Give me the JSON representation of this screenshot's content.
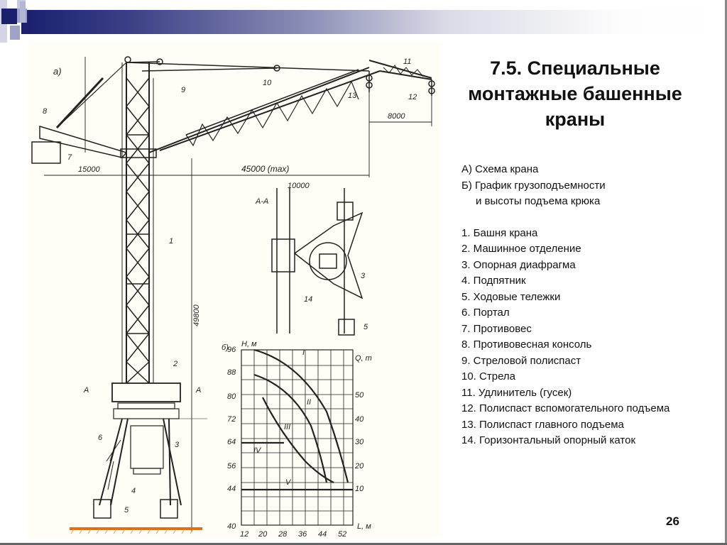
{
  "slide": {
    "title": "7.5. Специальные монтажные башенные краны",
    "title_lines": [
      "7.5. Специальные",
      "монтажные башенные",
      "краны"
    ],
    "page_number": "26"
  },
  "captions": {
    "a": "А) Схема крана",
    "b_line1": "Б) График грузоподъемности",
    "b_line2": "и высоты подъема крюка"
  },
  "legend": [
    "1. Башня крана",
    "2. Машинное отделение",
    "3. Опорная диафрагма",
    "4. Подпятник",
    "5. Ходовые тележки",
    "6. Портал",
    "7. Противовес",
    "8. Противовесная консоль",
    "9. Стреловой полиспаст",
    "10. Стрела",
    "11. Удлинитель (гусек)",
    "12. Полиспаст вспомогательного подъема",
    "13. Полиспаст главного подъема",
    "14. Горизонтальный опорный каток"
  ],
  "drawing": {
    "label_a": "а)",
    "label_b": "б)",
    "section_label": "А-А",
    "dim_15000": "15000",
    "dim_45000": "45000 (max)",
    "dim_8000": "8000",
    "dim_10000": "10000",
    "dim_49800": "49800",
    "section_mark": "А",
    "part_numbers": [
      "1",
      "2",
      "3",
      "4",
      "5",
      "6",
      "7",
      "8",
      "9",
      "10",
      "11",
      "12",
      "13",
      "14"
    ]
  },
  "chart_data": {
    "type": "line",
    "title": "График грузоподъемности и высоты подъема крюка",
    "xlabel": "L, м",
    "ylabel": "H, м",
    "y2label": "Q, т",
    "x_ticks": [
      12,
      20,
      28,
      36,
      44,
      52
    ],
    "y_ticks": [
      40,
      44,
      56,
      64,
      72,
      80,
      88,
      96
    ],
    "y2_ticks": [
      10,
      20,
      30,
      40,
      50
    ],
    "xlim": [
      12,
      58
    ],
    "ylim": [
      40,
      96
    ],
    "grid": true,
    "series": [
      {
        "name": "I",
        "x": [
          17,
          28,
          36,
          44,
          48,
          52
        ],
        "y": [
          96,
          92,
          86,
          75,
          66,
          48
        ]
      },
      {
        "name": "II",
        "x": [
          17,
          28,
          36,
          40,
          44
        ],
        "y": [
          88,
          83,
          76,
          68,
          48
        ]
      },
      {
        "name": "III",
        "x": [
          20,
          24,
          30,
          36,
          44,
          47
        ],
        "y": [
          80,
          72,
          64,
          58,
          50,
          48
        ]
      },
      {
        "name": "IV",
        "x": [
          12,
          30
        ],
        "y": [
          64,
          64
        ]
      },
      {
        "name": "V",
        "x": [
          12,
          58
        ],
        "y": [
          44,
          44
        ]
      }
    ]
  }
}
